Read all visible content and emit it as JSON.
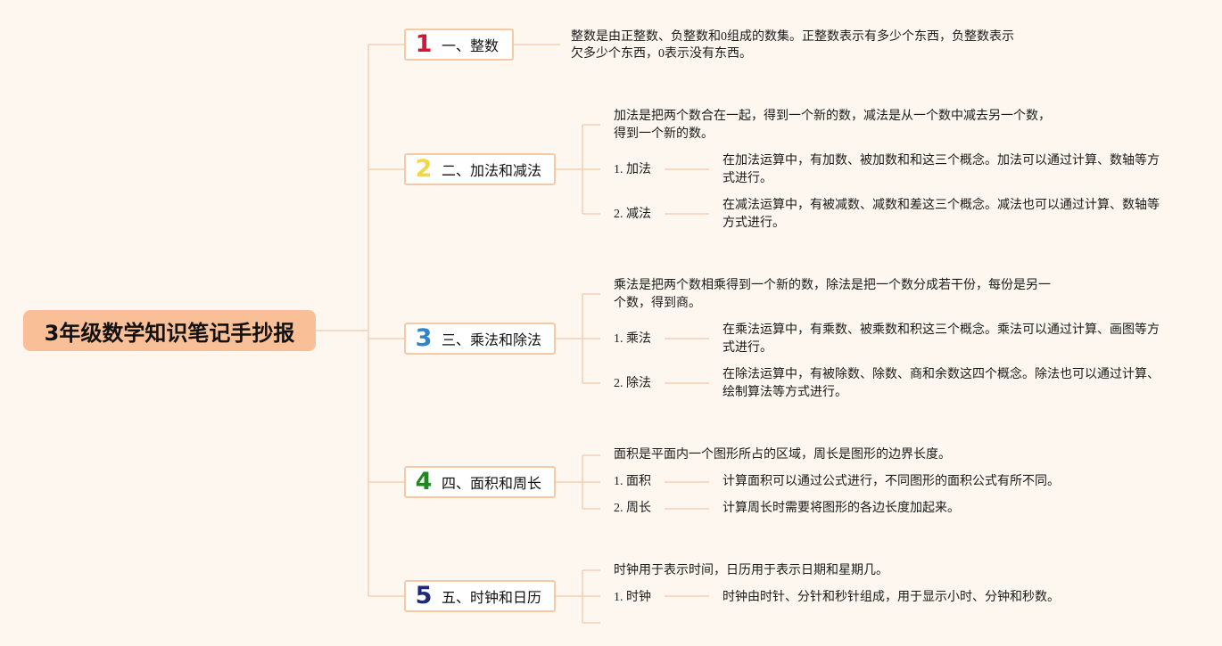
{
  "colors": {
    "background": "#fef7ef",
    "root_fill": "#f9bf97",
    "line": "#f5c9a6",
    "box_border": "#f5c9a6"
  },
  "root": {
    "title": "3年级数学知识笔记手抄报"
  },
  "topics": [
    {
      "num": "1",
      "num_color": "#d8163a",
      "title": "一、整数",
      "summary": [
        "整数是由正整数、负整数和0组成的数集。正整数表示有多少个东西，负整数表示",
        "欠多少个东西，0表示没有东西。"
      ],
      "subs": []
    },
    {
      "num": "2",
      "num_color": "#f4d64c",
      "title": "二、加法和减法",
      "summary": [
        "加法是把两个数合在一起，得到一个新的数，减法是从一个数中减去另一个数，",
        "得到一个新的数。"
      ],
      "subs": [
        {
          "label": "1. 加法",
          "desc": [
            "在加法运算中，有加数、被加数和和这三个概念。加法可以通过计算、数轴等方",
            "式进行。"
          ]
        },
        {
          "label": "2. 减法",
          "desc": [
            "在减法运算中，有被减数、减数和差这三个概念。减法也可以通过计算、数轴等",
            "方式进行。"
          ]
        }
      ]
    },
    {
      "num": "3",
      "num_color": "#2e86c8",
      "title": "三、乘法和除法",
      "summary": [
        "乘法是把两个数相乘得到一个新的数，除法是把一个数分成若干份，每份是另一",
        "个数，得到商。"
      ],
      "subs": [
        {
          "label": "1. 乘法",
          "desc": [
            "在乘法运算中，有乘数、被乘数和积这三个概念。乘法可以通过计算、画图等方",
            "式进行。"
          ]
        },
        {
          "label": "2. 除法",
          "desc": [
            "在除法运算中，有被除数、除数、商和余数这四个概念。除法也可以通过计算、",
            "绘制算法等方式进行。"
          ]
        }
      ]
    },
    {
      "num": "4",
      "num_color": "#1e8a1e",
      "title": "四、面积和周长",
      "summary": [
        "面积是平面内一个图形所占的区域，周长是图形的边界长度。"
      ],
      "subs": [
        {
          "label": "1. 面积",
          "desc": [
            "计算面积可以通过公式进行，不同图形的面积公式有所不同。"
          ]
        },
        {
          "label": "2. 周长",
          "desc": [
            "计算周长时需要将图形的各边长度加起来。"
          ]
        }
      ]
    },
    {
      "num": "5",
      "num_color": "#1d2a7a",
      "title": "五、时钟和日历",
      "summary": [
        "时钟用于表示时间，日历用于表示日期和星期几。"
      ],
      "subs": [
        {
          "label": "1. 时钟",
          "desc": [
            "时钟由时针、分针和秒针组成，用于显示小时、分钟和秒数。"
          ]
        }
      ]
    }
  ]
}
